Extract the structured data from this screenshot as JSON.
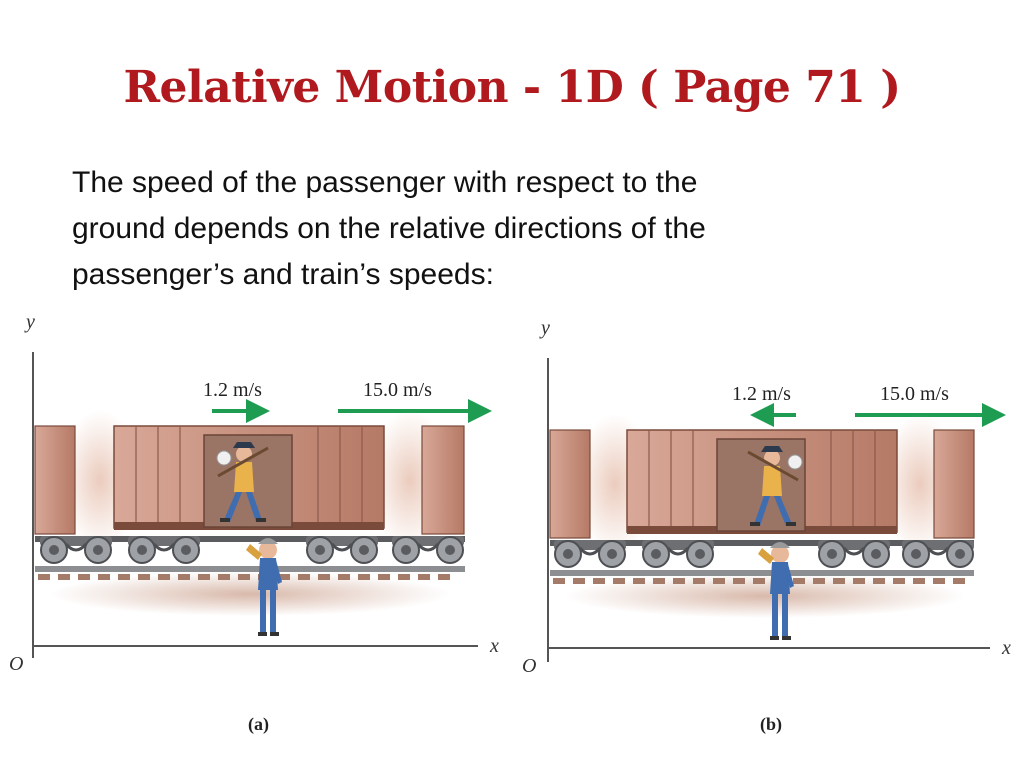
{
  "slide": {
    "title": "Relative Motion - 1D ( Page 71 )",
    "body_lines": [
      "The speed of the passenger with respect to the",
      "ground depends on the relative directions of the",
      "passenger’s and train’s speeds:"
    ]
  },
  "figure": {
    "panels": [
      {
        "id": "a",
        "caption": "(a)",
        "passenger_speed": "1.2 m/s",
        "passenger_direction": "right",
        "train_speed": "15.0 m/s",
        "train_direction": "right",
        "axis_y": "y",
        "axis_x": "x",
        "origin": "O"
      },
      {
        "id": "b",
        "caption": "(b)",
        "passenger_speed": "1.2 m/s",
        "passenger_direction": "left",
        "train_speed": "15.0 m/s",
        "train_direction": "right",
        "axis_y": "y",
        "axis_x": "x",
        "origin": "O"
      }
    ]
  },
  "colors": {
    "title": "#b0191e",
    "arrow": "#1e9c52",
    "boxcar": "#c98f7e",
    "boxcar_dark": "#8d5a4a"
  }
}
